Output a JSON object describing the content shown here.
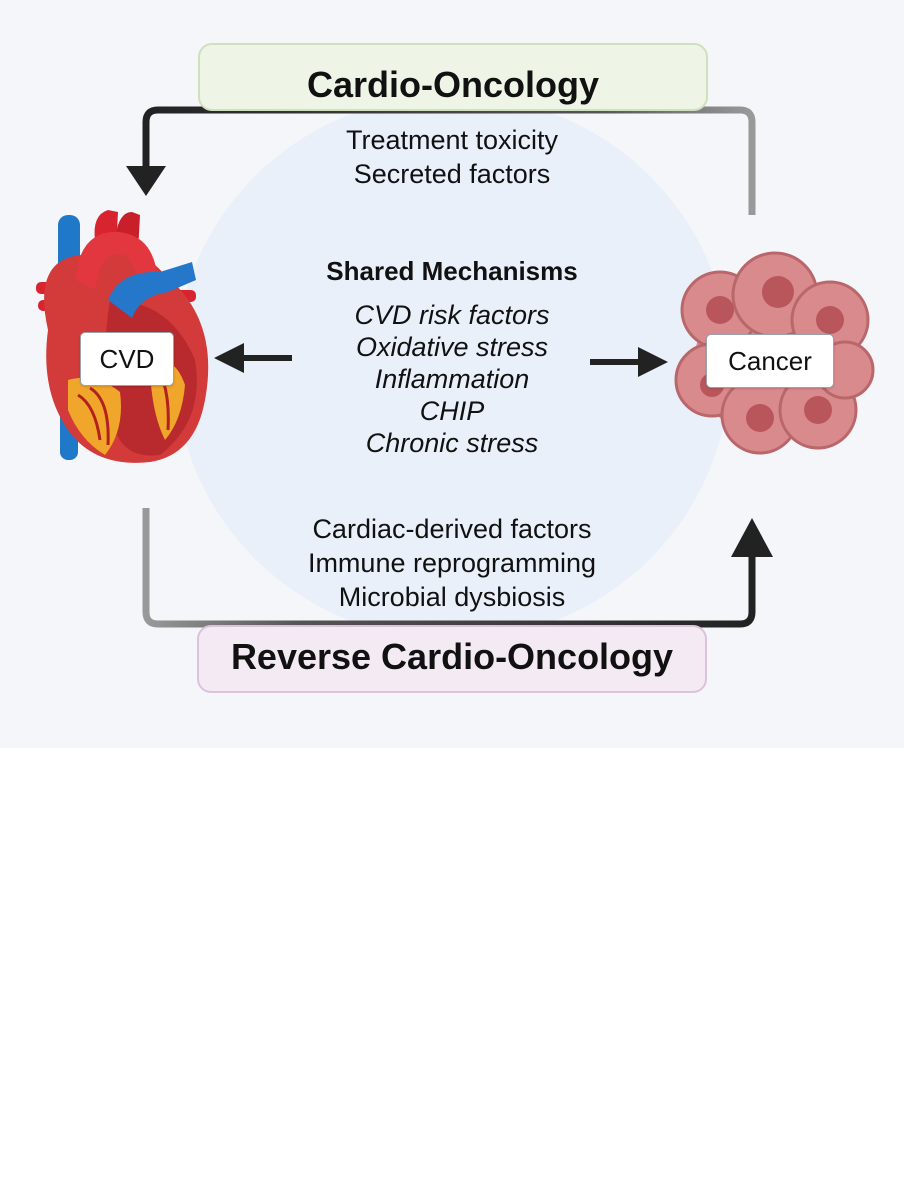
{
  "top_loop": {
    "title": "Cardio-Oncology",
    "items": [
      "Treatment toxicity",
      "Secreted factors"
    ]
  },
  "center": {
    "heading": "Shared Mechanisms",
    "items": [
      "CVD risk factors",
      "Oxidative stress",
      "Inflammation",
      "CHIP",
      "Chronic stress"
    ]
  },
  "bottom_loop": {
    "title": "Reverse Cardio-Oncology",
    "items": [
      "Cardiac-derived factors",
      "Immune reprogramming",
      "Microbial dysbiosis"
    ]
  },
  "nodes": {
    "left": "CVD",
    "right": "Cancer"
  }
}
